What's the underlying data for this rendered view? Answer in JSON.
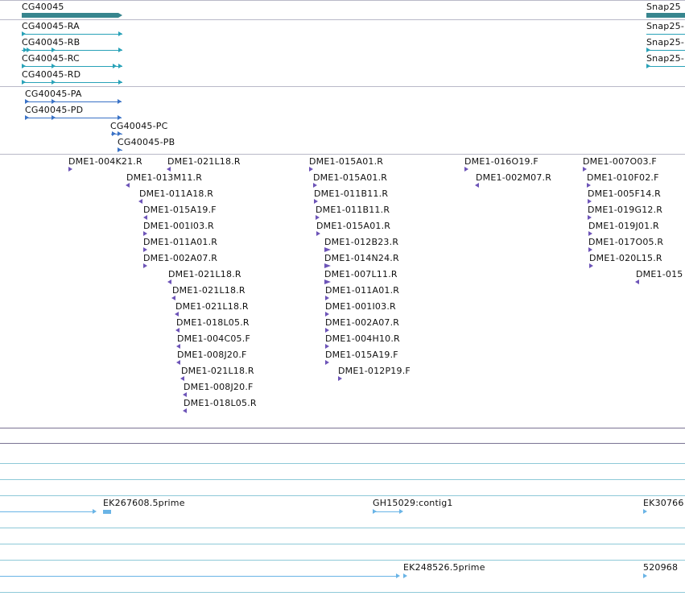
{
  "genes": {
    "cg_gene": "CG40045",
    "snap_gene": "Snap25"
  },
  "transcripts": {
    "ra": "CG40045-RA",
    "rb": "CG40045-RB",
    "rc": "CG40045-RC",
    "rd": "CG40045-RD",
    "snap_1": "Snap25-",
    "snap_2": "Snap25-",
    "snap_3": "Snap25-"
  },
  "proteins": {
    "pa": "CG40045-PA",
    "pd": "CG40045-PD",
    "pc": "CG40045-PC",
    "pb": "CG40045-PB"
  },
  "clones": [
    "DME1-004K21.R",
    "DME1-021L18.R",
    "DME1-013M11.R",
    "DME1-011A18.R",
    "DME1-015A19.F",
    "DME1-001I03.R",
    "DME1-011A01.R",
    "DME1-002A07.R",
    "DME1-021L18.R",
    "DME1-021L18.R",
    "DME1-021L18.R",
    "DME1-018L05.R",
    "DME1-004C05.F",
    "DME1-008J20.F",
    "DME1-021L18.R",
    "DME1-008J20.F",
    "DME1-018L05.R",
    "DME1-015A01.R",
    "DME1-015A01.R",
    "DME1-011B11.R",
    "DME1-011B11.R",
    "DME1-015A01.R",
    "DME1-012B23.R",
    "DME1-014N24.R",
    "DME1-007L11.R",
    "DME1-011A01.R",
    "DME1-001I03.R",
    "DME1-002A07.R",
    "DME1-004H10.R",
    "DME1-015A19.F",
    "DME1-012P19.F",
    "DME1-016O19.F",
    "DME1-002M07.R",
    "DME1-007O03.F",
    "DME1-010F02.F",
    "DME1-005F14.R",
    "DME1-019G12.R",
    "DME1-019J01.R",
    "DME1-017O05.R",
    "DME1-020L15.R",
    "DME1-015"
  ],
  "ests": {
    "ek267608": "EK267608.5prime",
    "gh15029": "GH15029:contig1",
    "ek3076": "EK30766",
    "ek248526": "EK248526.5prime",
    "n520968": "520968"
  }
}
